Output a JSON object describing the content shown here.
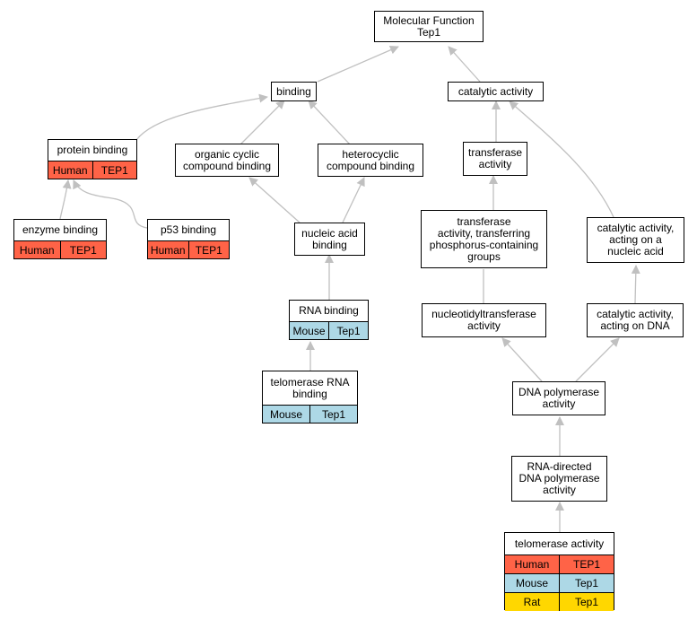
{
  "nodes": {
    "mf": {
      "label": "Molecular Function\nTep1"
    },
    "binding": {
      "label": "binding"
    },
    "catalytic": {
      "label": "catalytic activity"
    },
    "protein_binding": {
      "label": "protein binding",
      "species": [
        {
          "name": "Human",
          "gene": "TEP1"
        }
      ]
    },
    "organic_cyclic": {
      "label": "organic cyclic\ncompound binding"
    },
    "heterocyclic": {
      "label": "heterocyclic\ncompound binding"
    },
    "transferase": {
      "label": "transferase\nactivity"
    },
    "enzyme_binding": {
      "label": "enzyme binding",
      "species": [
        {
          "name": "Human",
          "gene": "TEP1"
        }
      ]
    },
    "p53_binding": {
      "label": "p53 binding",
      "species": [
        {
          "name": "Human",
          "gene": "TEP1"
        }
      ]
    },
    "nucleic_acid_binding": {
      "label": "nucleic acid\nbinding"
    },
    "transferase_phos": {
      "label": "transferase\nactivity, transferring\nphosphorus-containing\ngroups"
    },
    "cat_nucleic": {
      "label": "catalytic activity,\nacting on a\nnucleic acid"
    },
    "rna_binding": {
      "label": "RNA binding",
      "species": [
        {
          "name": "Mouse",
          "gene": "Tep1"
        }
      ]
    },
    "nucleotidyl": {
      "label": "nucleotidyltransferase\nactivity"
    },
    "cat_dna": {
      "label": "catalytic activity,\nacting on DNA"
    },
    "telomerase_rna": {
      "label": "telomerase RNA\nbinding",
      "species": [
        {
          "name": "Mouse",
          "gene": "Tep1"
        }
      ]
    },
    "dna_pol": {
      "label": "DNA polymerase\nactivity"
    },
    "rna_directed": {
      "label": "RNA-directed\nDNA polymerase\nactivity"
    },
    "telomerase_activity": {
      "label": "telomerase activity",
      "species": [
        {
          "name": "Human",
          "gene": "TEP1"
        },
        {
          "name": "Mouse",
          "gene": "Tep1"
        },
        {
          "name": "Rat",
          "gene": "Tep1"
        }
      ]
    }
  },
  "colors": {
    "Human": "#ff6347",
    "Mouse": "#add8e6",
    "Rat": "#ffd700",
    "edge": "#c0c0c0"
  }
}
